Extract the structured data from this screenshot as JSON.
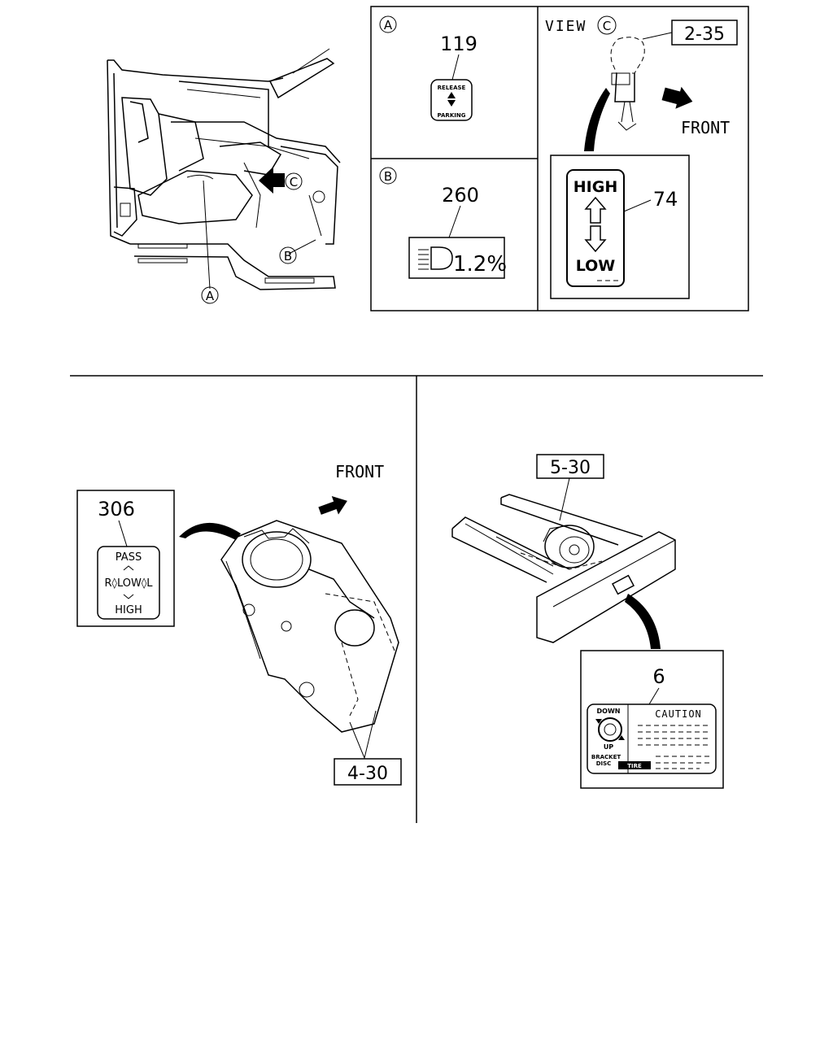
{
  "callouts": {
    "a": "A",
    "b": "B",
    "c": "C"
  },
  "view_c": {
    "view_label": "VIEW",
    "ref": "2-35",
    "front": "FRONT"
  },
  "parts": {
    "p119": "119",
    "p260": "260",
    "p74": "74",
    "p306": "306",
    "p6": "6"
  },
  "decals": {
    "release": "RELEASE",
    "parking": "PARKING",
    "headlight_pct": "1.2%",
    "high": "HIGH",
    "low": "LOW",
    "pass": "PASS",
    "rlowl": "R◊LOW◊L",
    "high_small": "HIGH",
    "down": "DOWN",
    "up": "UP",
    "bracket": "BRACKET",
    "disc": "DISC",
    "tire": "TIRE",
    "caution": "CAUTION"
  },
  "lower_left": {
    "front": "FRONT",
    "ref": "4-30"
  },
  "lower_right": {
    "ref": "5-30"
  },
  "icons": [
    "arrow-up-outline-icon",
    "arrow-down-outline-icon",
    "headlight-icon",
    "front-arrow-icon"
  ]
}
